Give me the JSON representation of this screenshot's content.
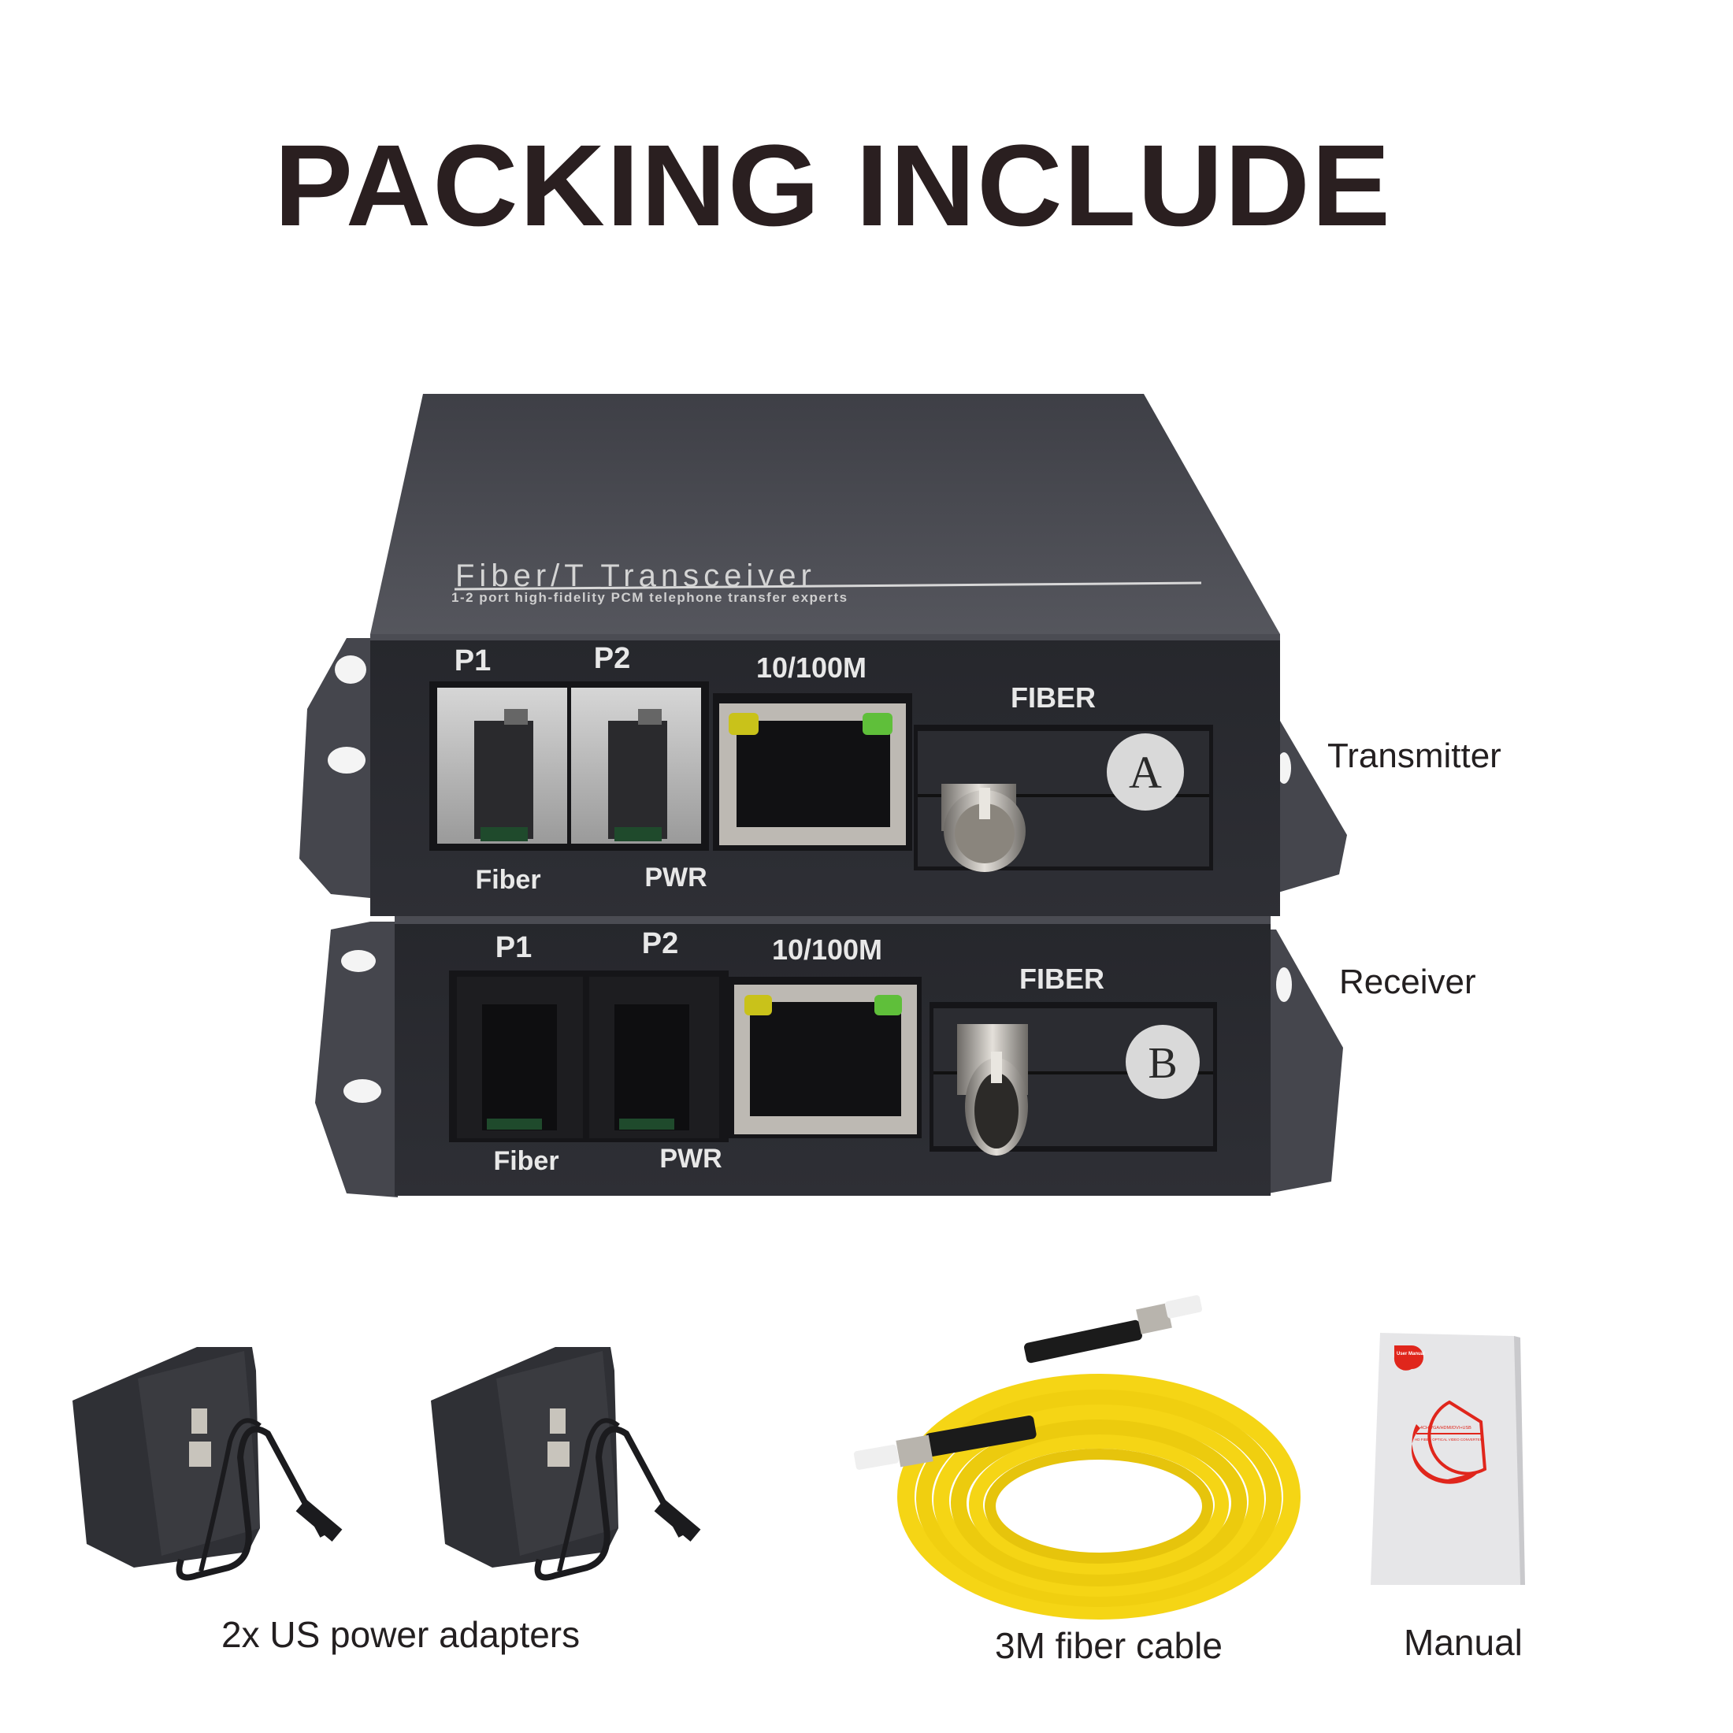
{
  "title": "PACKING INCLUDE",
  "devices": {
    "top_label": {
      "title": "Fiber/T Transceiver",
      "subtitle": "1-2 port high-fidelity PCM telephone transfer experts"
    },
    "transmitter": {
      "side_label": "Transmitter",
      "ports": {
        "p1": "P1",
        "p2": "P2",
        "ethernet": "10/100M",
        "fiber": "FIBER"
      },
      "leds": {
        "fiber": "Fiber",
        "power": "PWR"
      },
      "badge": "A"
    },
    "receiver": {
      "side_label": "Receiver",
      "ports": {
        "p1": "P1",
        "p2": "P2",
        "ethernet": "10/100M",
        "fiber": "FIBER"
      },
      "leds": {
        "fiber": "Fiber",
        "power": "PWR"
      },
      "badge": "B"
    }
  },
  "accessories": [
    {
      "label": "2x US power adapters",
      "icon": "power-adapter-icon"
    },
    {
      "label": "3M fiber cable",
      "icon": "fiber-cable-icon"
    },
    {
      "label": "Manual",
      "icon": "manual-icon"
    }
  ],
  "manual_cover": {
    "badge": "User Manual",
    "line1": "1-4CH VGA/HDMI/DVI+USB",
    "line2": "HD FIBER OPTICAL VIDEO CONVERTER"
  },
  "colors": {
    "title": "#2a1f20",
    "chassis": "#2c2d33",
    "chassis_top": "#4a4b52",
    "cable_yellow": "#f5d515",
    "accent_red": "#e0261c"
  }
}
